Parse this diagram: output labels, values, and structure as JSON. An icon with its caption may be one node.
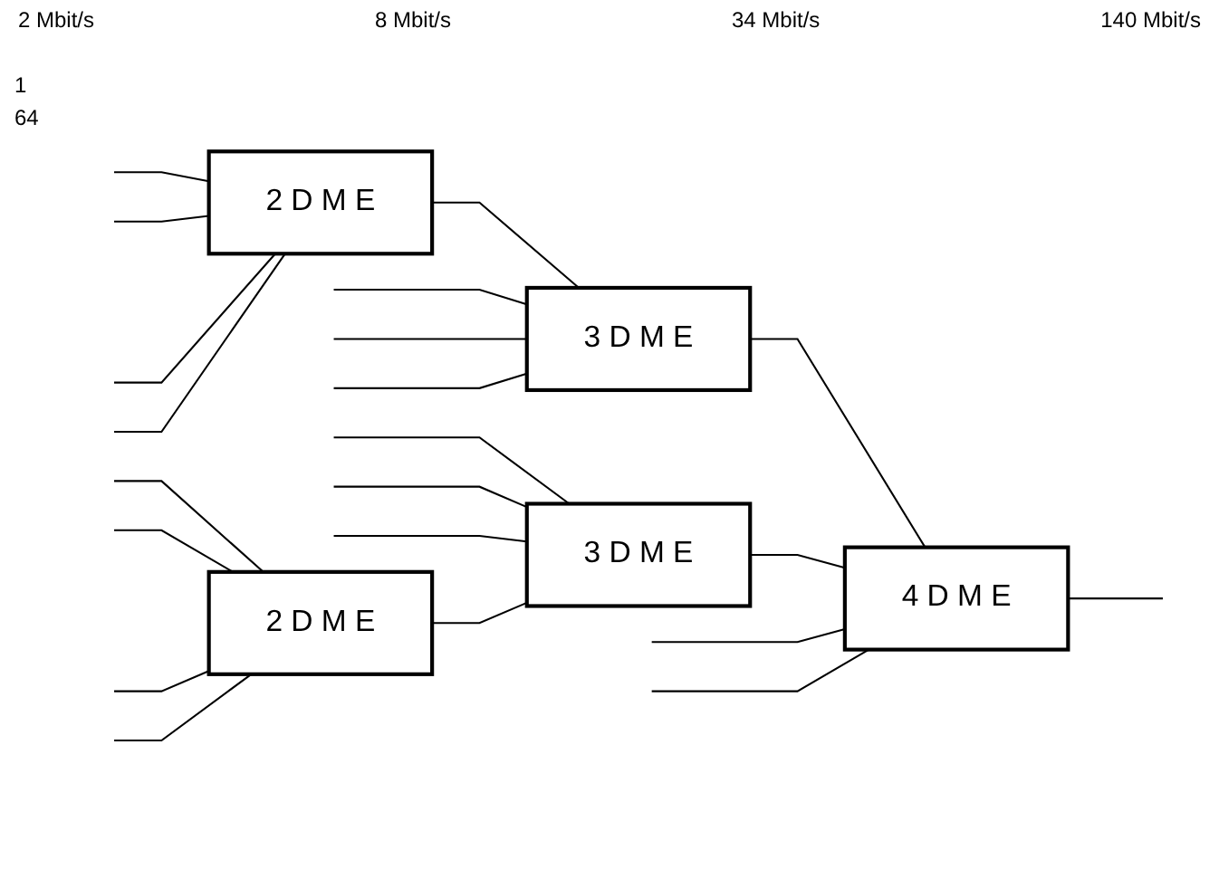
{
  "diagram": {
    "nodes": [
      {
        "text": [
          "2 D M E"
        ]
      },
      {
        "text": [
          "3 D M E"
        ]
      },
      {
        "text": [
          "4 D M E"
        ]
      },
      {
        "text": [
          "3 D M E"
        ]
      },
      {
        "text": [
          "2 D M E"
        ]
      }
    ],
    "edges": [
      {
        "from": null,
        "to": 0,
        "arrow": "none"
      },
      {
        "from": null,
        "to": 0,
        "arrow": "none"
      },
      {
        "from": null,
        "to": 0,
        "arrow": "none"
      },
      {
        "from": null,
        "to": 0,
        "arrow": "none"
      },
      {
        "from": 0,
        "to": 1,
        "arrow": "none"
      },
      {
        "from": null,
        "to": 1,
        "arrow": "none"
      },
      {
        "from": null,
        "to": 1,
        "arrow": "none"
      },
      {
        "from": null,
        "to": 1,
        "arrow": "none"
      },
      {
        "from": 1,
        "to": 2,
        "arrow": "none"
      },
      {
        "from": 3,
        "to": 2,
        "arrow": "none"
      },
      {
        "from": null,
        "to": 2,
        "arrow": "none"
      },
      {
        "from": null,
        "to": 2,
        "arrow": "none"
      },
      {
        "from": 2,
        "to": null,
        "arrow": "none"
      },
      {
        "from": null,
        "to": 3,
        "arrow": "none"
      },
      {
        "from": null,
        "to": 3,
        "arrow": "none"
      },
      {
        "from": null,
        "to": 3,
        "arrow": "none"
      },
      {
        "from": 4,
        "to": 3,
        "arrow": "none"
      },
      {
        "from": null,
        "to": 4,
        "arrow": "none"
      },
      {
        "from": null,
        "to": 4,
        "arrow": "none"
      },
      {
        "from": null,
        "to": 4,
        "arrow": "none"
      },
      {
        "from": null,
        "to": 4,
        "arrow": "none"
      }
    ],
    "labels": [
      "2 Mbit/s",
      "8 Mbit/s",
      "34 Mbit/s",
      "140 Mbit/s",
      "1",
      "64"
    ]
  }
}
